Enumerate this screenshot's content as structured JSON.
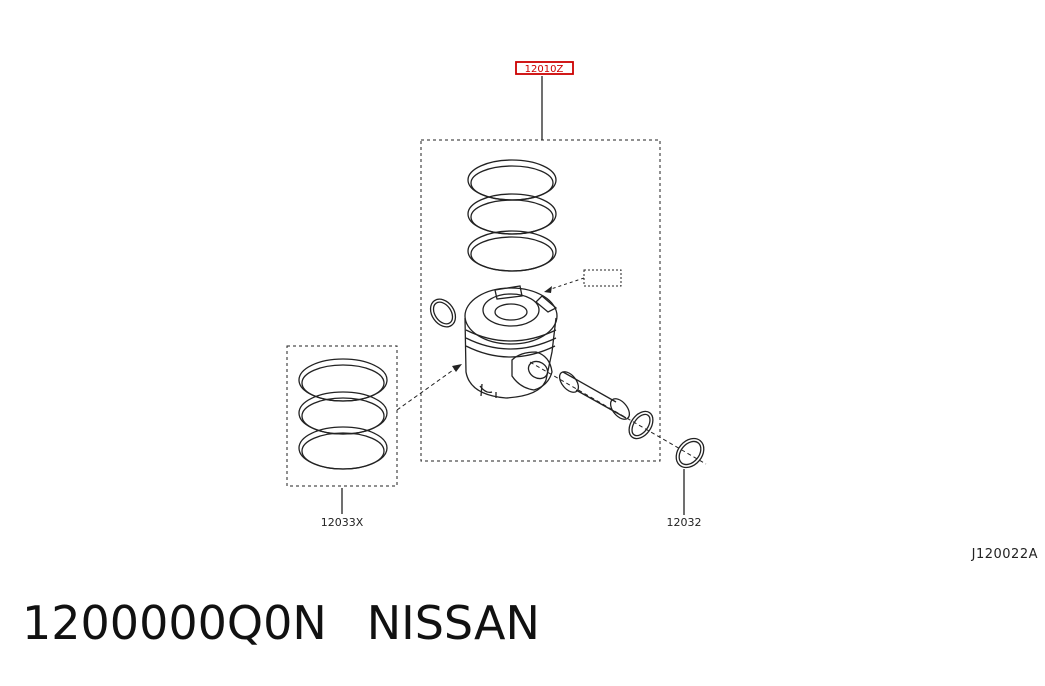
{
  "diagram": {
    "callouts": {
      "highlighted": "12010Z",
      "rings_set": "12033X",
      "snap_ring": "12032",
      "reference_code": "J120022A"
    },
    "colors": {
      "line": "#222222",
      "highlight": "#cc0000",
      "background": "#ffffff"
    },
    "parts": [
      "piston-rings-icon",
      "piston-icon",
      "piston-pin-icon",
      "snap-ring-icon"
    ]
  },
  "caption": {
    "part_number": "1200000Q0N",
    "brand": "NISSAN"
  }
}
